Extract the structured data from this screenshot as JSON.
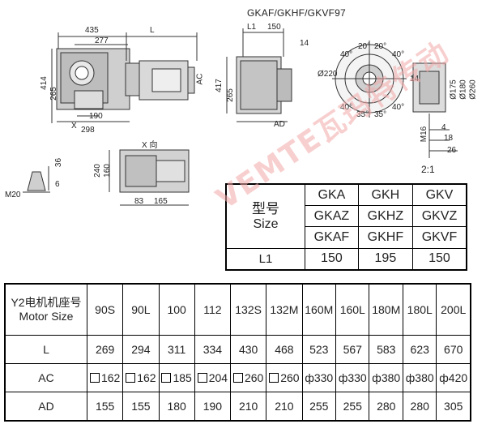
{
  "title": "GKAF/GKHF/GKVF97",
  "drawing": {
    "dims": {
      "d435": "435",
      "dL": "L",
      "d277": "277",
      "d414": "414",
      "d265": "265",
      "dAC": "AC",
      "d190": "190",
      "dX": "X",
      "d298": "298",
      "dL1": "L1",
      "d150": "150",
      "d14": "14",
      "d417": "417",
      "d265b": "265",
      "dAD": "AD",
      "a40a": "40°",
      "a20a": "20°",
      "a20b": "20°",
      "a40b": "40°",
      "d220": "Ø220",
      "a40c": "40°",
      "a35a": "35°",
      "a35b": "35°",
      "a40d": "40°",
      "d14b": "14",
      "d175": "Ø175",
      "d180": "Ø180",
      "d260": "Ø260",
      "dM16": "M16",
      "d4": "4",
      "d18": "18",
      "d26": "26",
      "ratio": "2:1",
      "xview": "X 向",
      "d36": "36",
      "d6": "6",
      "dM20": "M20",
      "d240": "240",
      "d160": "160",
      "d83": "83",
      "d165": "165"
    }
  },
  "size_table": {
    "header": "型号",
    "header_en": "Size",
    "col1": [
      "GKA",
      "GKAZ",
      "GKAF"
    ],
    "col2": [
      "GKH",
      "GKHZ",
      "GKHF"
    ],
    "col3": [
      "GKV",
      "GKVZ",
      "GKVF"
    ],
    "l1_label": "L1",
    "l1_values": [
      "150",
      "195",
      "150"
    ]
  },
  "motor_table": {
    "header_cn": "Y2电机机座号",
    "header_en": "Motor Size",
    "sizes": [
      "90S",
      "90L",
      "100",
      "112",
      "132S",
      "132M",
      "160M",
      "160L",
      "180M",
      "180L",
      "200L"
    ],
    "rows": [
      {
        "label": "L",
        "values": [
          "269",
          "294",
          "311",
          "334",
          "430",
          "468",
          "523",
          "567",
          "583",
          "623",
          "670"
        ]
      },
      {
        "label": "AC",
        "values": [
          "162",
          "162",
          "185",
          "204",
          "260",
          "260",
          "ф330",
          "ф330",
          "ф380",
          "ф380",
          "ф420"
        ],
        "square_count": 6
      },
      {
        "label": "AD",
        "values": [
          "155",
          "155",
          "180",
          "190",
          "210",
          "210",
          "255",
          "255",
          "280",
          "280",
          "305"
        ]
      }
    ]
  }
}
